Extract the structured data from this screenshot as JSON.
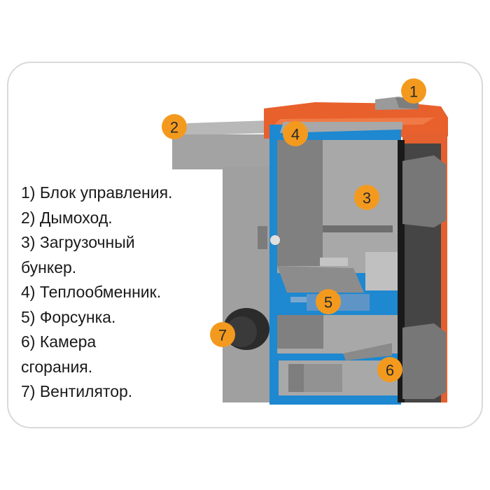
{
  "legend": [
    "1) Блок управления.",
    "2) Дымоход.",
    "3) Загрузочный",
    "бункер.",
    "4) Теплообменник.",
    "5) Форсунка.",
    "6) Камера",
    "сгорания.",
    "7) Вентилятор."
  ],
  "badges": [
    "1",
    "2",
    "3",
    "4",
    "5",
    "6",
    "7"
  ],
  "colors": {
    "badge": "#f39a1e",
    "casing": "#e8602c",
    "heat_exchanger": "#1e88d0",
    "body": "#9e9e9e"
  }
}
